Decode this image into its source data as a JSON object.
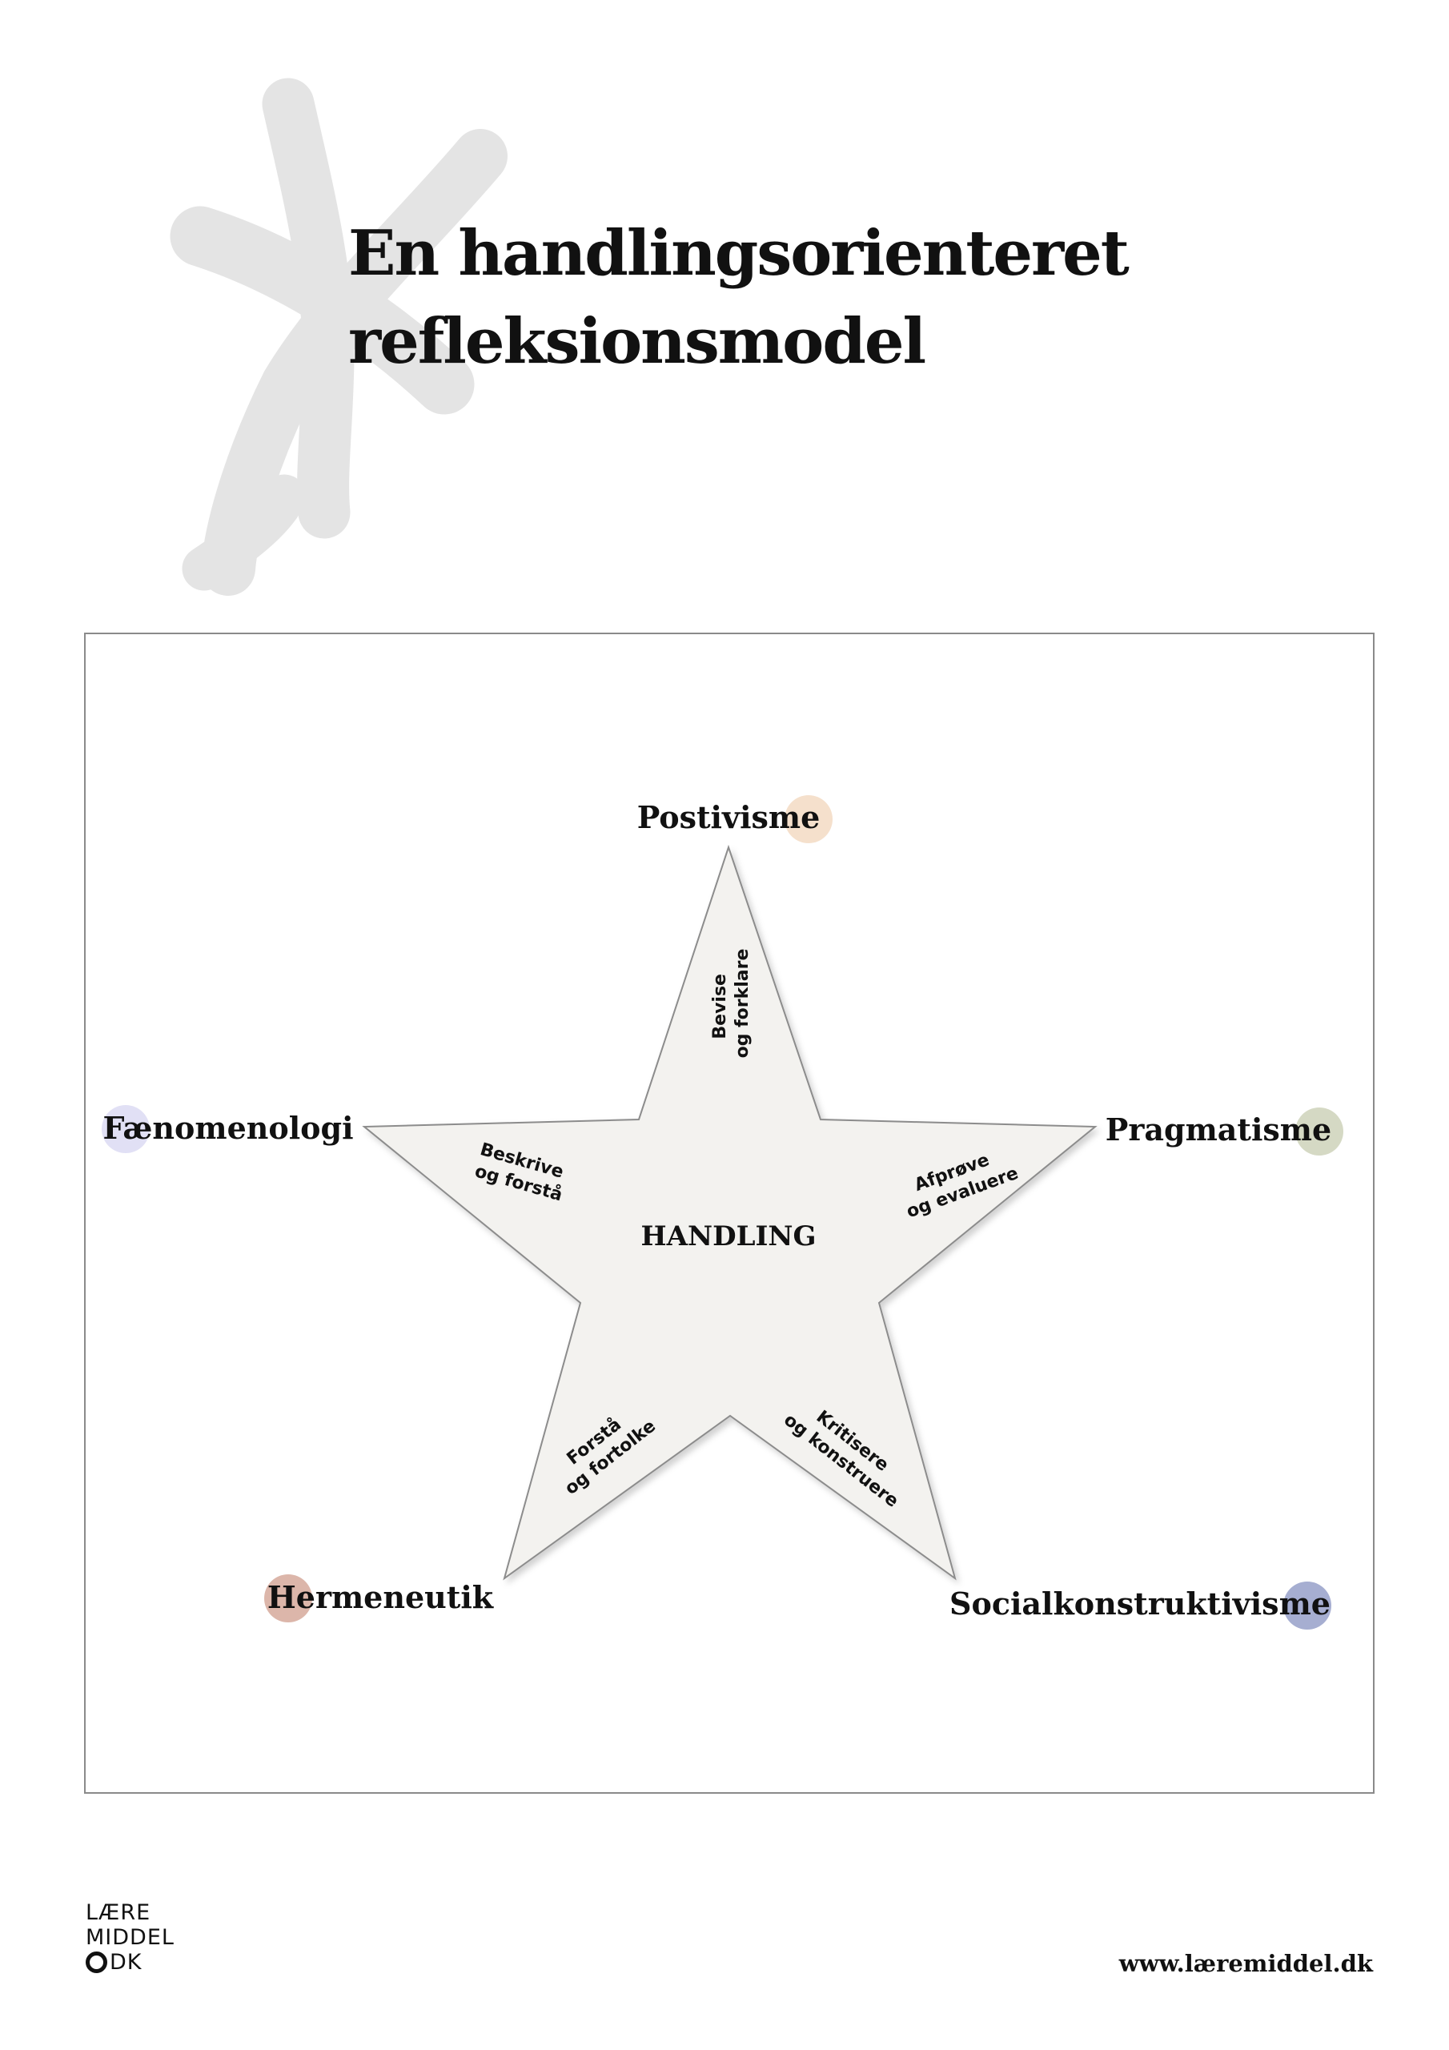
{
  "title": {
    "line1": "En handlingsorienteret",
    "line2": "refleksionsmodel"
  },
  "diagram": {
    "center": "HANDLING",
    "nodes": [
      {
        "id": "top",
        "label": "Postivisme",
        "dot_color": "#f5e0cc"
      },
      {
        "id": "right",
        "label": "Pragmatisme",
        "dot_color": "#d5d9c4"
      },
      {
        "id": "bottom-right",
        "label": "Socialkonstruktivisme",
        "dot_color": "#a6aed1"
      },
      {
        "id": "bottom-left",
        "label": "Hermeneutik",
        "dot_color": "#dcb6aa"
      },
      {
        "id": "left",
        "label": "Fænomenologi",
        "dot_color": "#e1e0f5"
      }
    ],
    "arms": [
      {
        "id": "top",
        "line1": "Bevise",
        "line2": "og forklare"
      },
      {
        "id": "right",
        "line1": "Afprøve",
        "line2": "og evaluere"
      },
      {
        "id": "bottom-right",
        "line1": "Kritisere",
        "line2": "og konstruere"
      },
      {
        "id": "bottom-left",
        "line1": "Forstå",
        "line2": "og fortolke"
      },
      {
        "id": "left",
        "line1": "Beskrive",
        "line2": "og forstå"
      }
    ],
    "star_fill": "#f3f2ef",
    "star_stroke": "#8c8c8c"
  },
  "logo": {
    "line1": "LÆRE",
    "line2": "MIDDEL",
    "line3": "DK"
  },
  "footer": {
    "url": "www.læremiddel.dk"
  },
  "decoration": {
    "asterisk_color": "#e4e4e4"
  }
}
